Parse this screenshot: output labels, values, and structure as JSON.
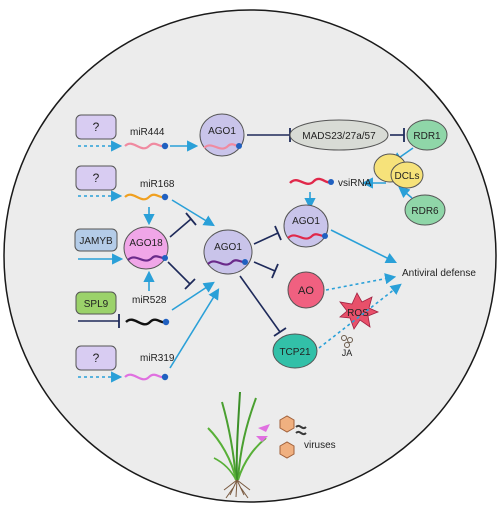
{
  "labels": {
    "unknown": "?",
    "mir444": "miR444",
    "mir168": "miR168",
    "mir528": "miR528",
    "mir319": "miR319",
    "ago1": "AGO1",
    "ago18": "AGO18",
    "mads": "MADS23/27a/57",
    "rdr1": "RDR1",
    "rdr6": "RDR6",
    "dcls": "DCLs",
    "vsirna": "vsiRNA",
    "jamyb": "JAMYB",
    "spl9": "SPL9",
    "ao": "AO",
    "ros": "ROS",
    "tcp21": "TCP21",
    "ja": "JA",
    "antiviral": "Antiviral defense",
    "viruses": "viruses"
  },
  "colors": {
    "background": "#ececec",
    "arrow": "#2aa0d8",
    "inhibit": "#1e2a5a",
    "question_box": "#d8ccf2",
    "ago1": "#c9c4ea",
    "ago18": "#f0a6e8",
    "mads": "#d8dbd5",
    "rdr": "#8fd6a8",
    "dcls": "#f6e27a",
    "jamyb": "#b4cce8",
    "spl9": "#9bd26a",
    "ao": "#f06080",
    "ros": "#e8506a",
    "tcp21": "#32c0a8",
    "strand_red": "#e0284a",
    "strand_pink": "#f08aa0",
    "strand_orange": "#f0a020",
    "strand_black": "#111111",
    "strand_magenta": "#e070e0",
    "strand_purple": "#6a2a8a"
  }
}
